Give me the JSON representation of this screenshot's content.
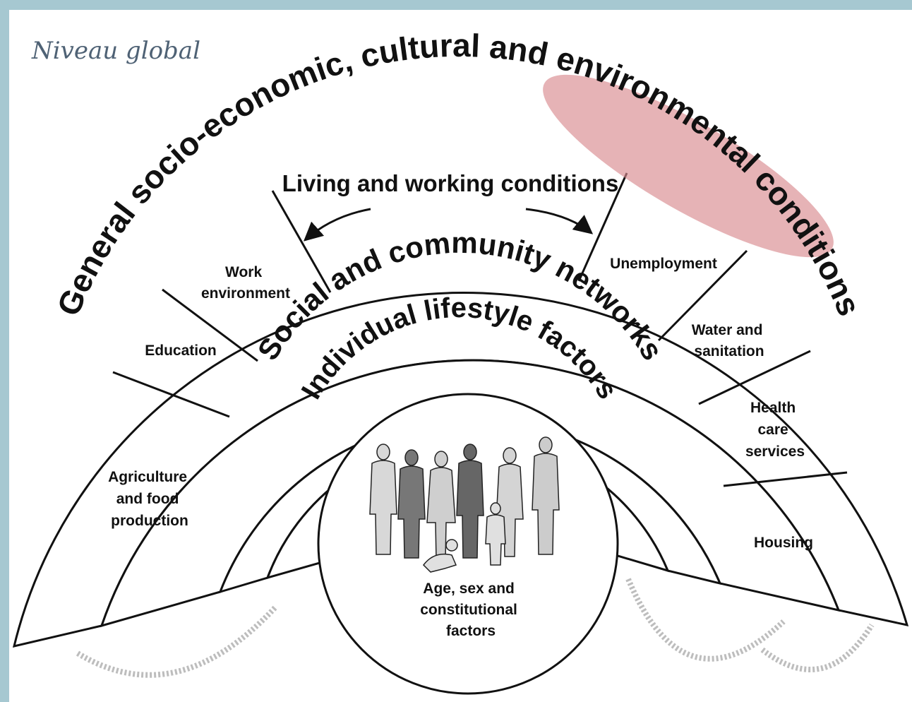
{
  "slide_title": "Niveau global",
  "rings": {
    "outer": "General socio-economic, cultural and environmental conditions",
    "middle": "Living and working conditions",
    "social": "Social and community networks",
    "individual": "Individual lifestyle factors",
    "core": [
      "Age, sex and",
      "constitutional",
      "factors"
    ]
  },
  "left_factors": {
    "work": [
      "Work",
      "environment"
    ],
    "education": [
      "Education"
    ],
    "agriculture": [
      "Agriculture",
      "and food",
      "production"
    ]
  },
  "right_factors": {
    "unemployment": [
      "Unemployment"
    ],
    "water": [
      "Water and",
      "sanitation"
    ],
    "health": [
      "Health",
      "care",
      "services"
    ],
    "housing": [
      "Housing"
    ]
  },
  "highlight": {
    "word": "environmental",
    "color": "#d98a8f"
  },
  "colors": {
    "frame": "#a6c8d1",
    "title": "#4f6275",
    "ink": "#111111"
  }
}
